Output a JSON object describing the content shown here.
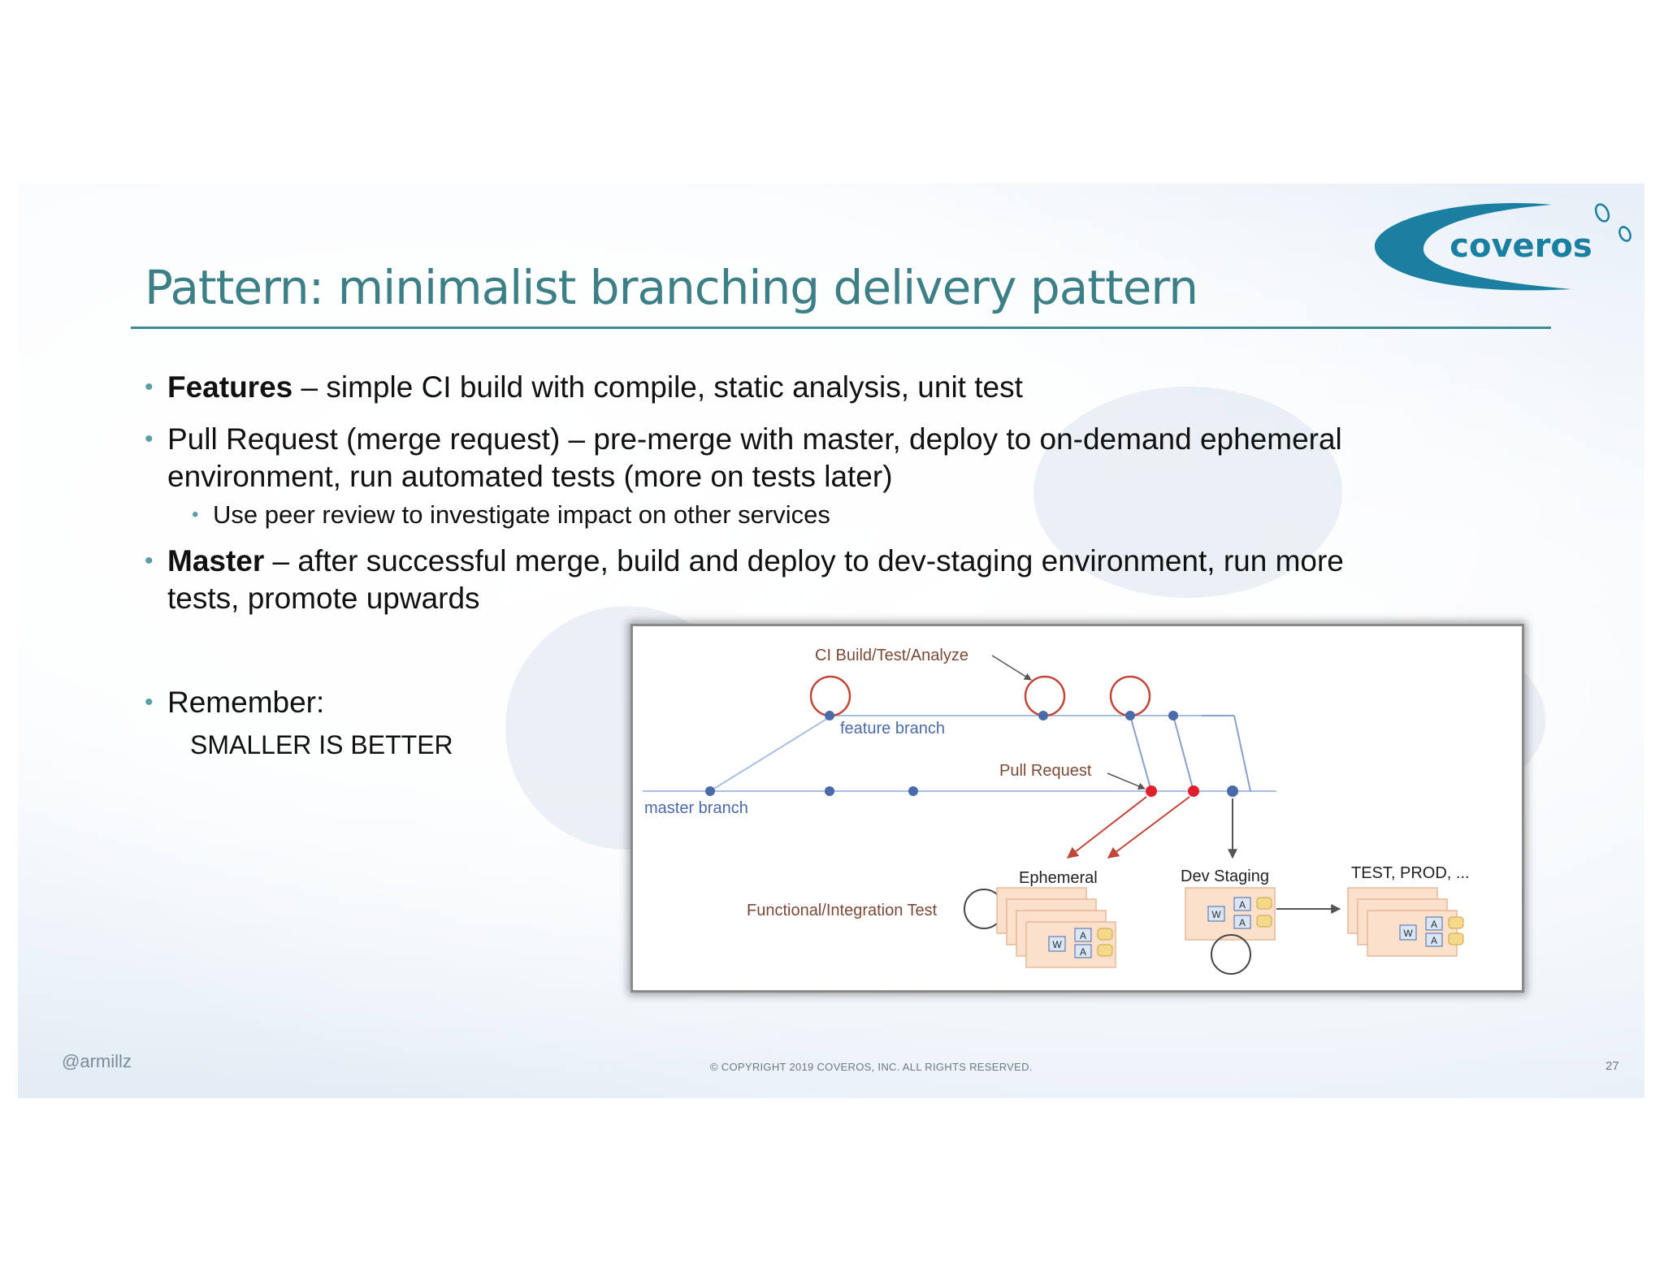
{
  "slide": {
    "title": "Pattern: minimalist branching delivery pattern",
    "logo_text": "coveros",
    "bullets": [
      {
        "bold": "Features",
        "text": " – simple CI build with compile, static analysis, unit test"
      },
      {
        "line1": "Pull Request (merge request) – pre-merge with master, deploy to on-demand ephemeral",
        "line2": "environment, run automated tests (more on tests later)",
        "sub": "Use peer review to investigate impact on other services"
      },
      {
        "bold": "Master",
        "text1": " – after successful merge, build and deploy to dev-staging environment, run more",
        "line2": "tests, promote upwards"
      },
      {
        "text": "Remember:",
        "note": "SMALLER IS BETTER"
      }
    ],
    "diagram": {
      "ci_label": "CI Build/Test/Analyze",
      "feature_branch_label": "feature branch",
      "pull_request_label": "Pull Request",
      "master_branch_label": "master branch",
      "ephemeral_label": "Ephemeral",
      "dev_staging_label": "Dev Staging",
      "test_prod_label": "TEST, PROD, ...",
      "functional_test_label": "Functional/Integration Test",
      "box_w": "W",
      "box_a": "A"
    },
    "footer": {
      "handle": "@armillz",
      "copyright": "© COPYRIGHT 2019 COVEROS, INC. ALL RIGHTS RESERVED.",
      "page": "27"
    },
    "colors": {
      "title": "#3d7f86",
      "accent": "#3f8b93",
      "logo": "#1a7fa0",
      "commit": "#4a6aa8",
      "merge": "#e0202a",
      "arrow": "#c0463a",
      "env_box": "#fbe0cc"
    }
  }
}
